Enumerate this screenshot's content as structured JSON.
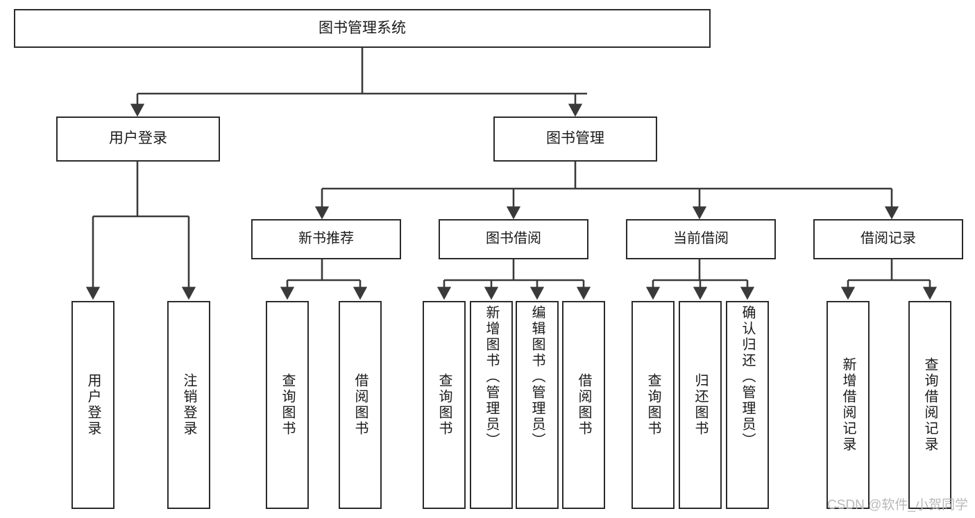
{
  "diagram": {
    "type": "tree-hierarchy",
    "title": "图书管理系统",
    "colors": {
      "box_border": "#2b2b2b",
      "box_fill": "#ffffff",
      "connector": "#3a3a3a",
      "text": "#1a1a1a",
      "watermark": "#b9b9b9",
      "background": "#ffffff"
    },
    "root": {
      "label": "图书管理系统"
    },
    "level1": [
      {
        "label": "用户登录"
      },
      {
        "label": "图书管理"
      }
    ],
    "level2": [
      {
        "label": "新书推荐"
      },
      {
        "label": "图书借阅"
      },
      {
        "label": "当前借阅"
      },
      {
        "label": "借阅记录"
      }
    ],
    "leaves": {
      "user_login": [
        {
          "label": "用户登录"
        },
        {
          "label": "注销登录"
        }
      ],
      "new_book_recommend": [
        {
          "label": "查询图书"
        },
        {
          "label": "借阅图书"
        }
      ],
      "book_borrow": [
        {
          "label": "查询图书"
        },
        {
          "label": "新增图书（管理员）"
        },
        {
          "label": "编辑图书（管理员）"
        },
        {
          "label": "借阅图书"
        }
      ],
      "current_borrow": [
        {
          "label": "查询图书"
        },
        {
          "label": "归还图书"
        },
        {
          "label": "确认归还（管理员）"
        }
      ],
      "borrow_record": [
        {
          "label": "新增借阅记录"
        },
        {
          "label": "查询借阅记录"
        }
      ]
    }
  },
  "watermark": {
    "text": "CSDN @软件_小贺同学"
  }
}
